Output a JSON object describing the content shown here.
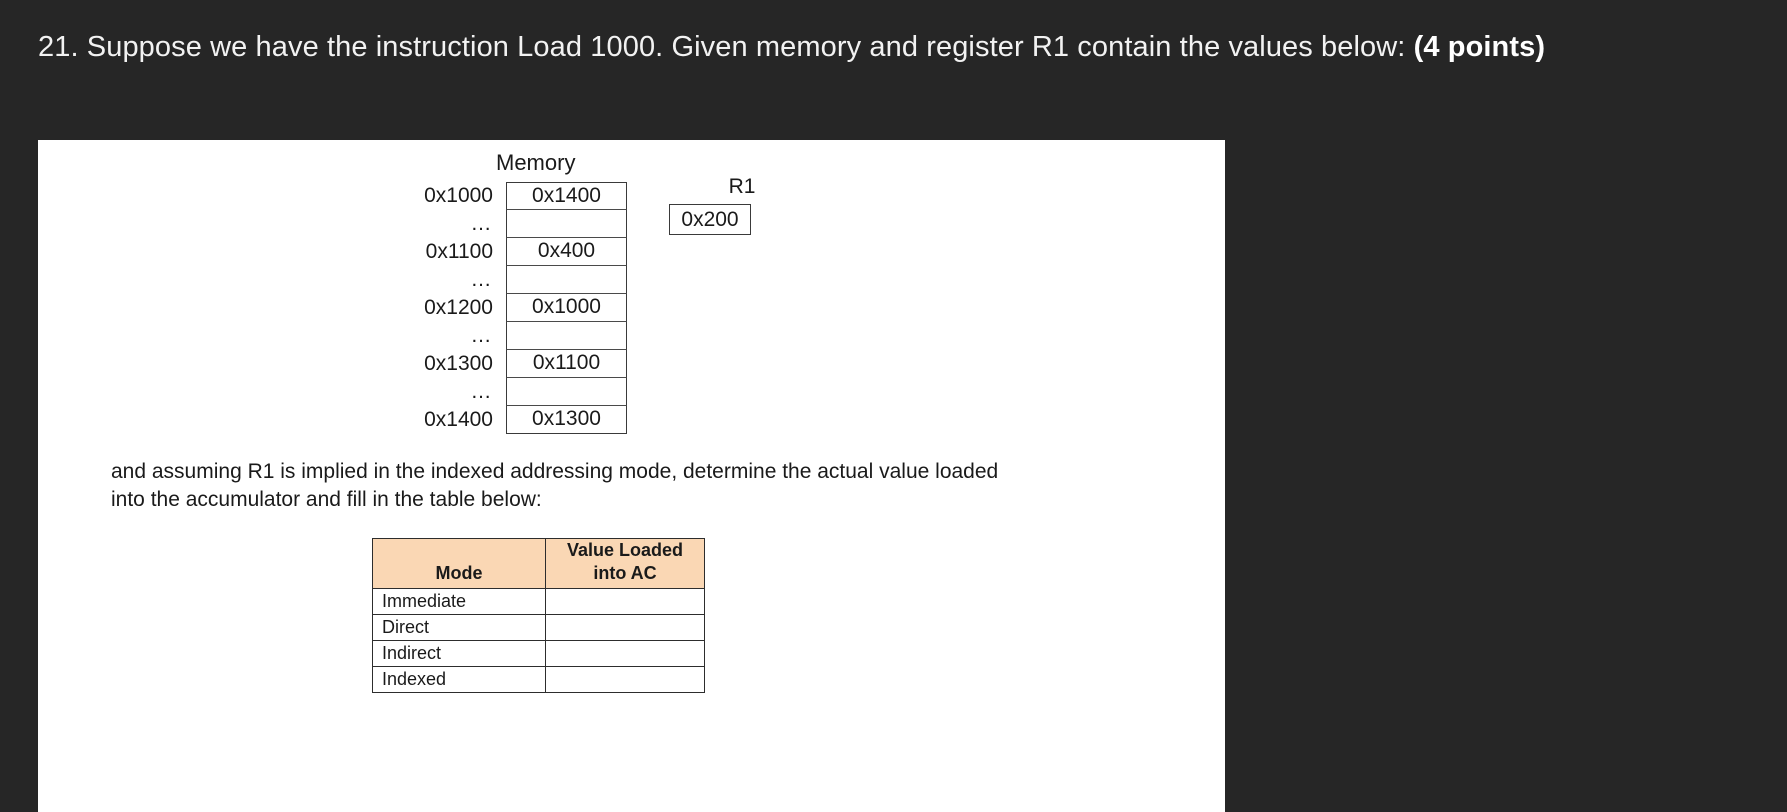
{
  "question": {
    "number": "21.",
    "text_before_bold": "21. Suppose we have the instruction Load 1000. Given memory and register R1 contain the values below: ",
    "points_label": "(4 points)",
    "full_text": "21. Suppose we have the instruction Load 1000. Given memory and register R1 contain the values below: (4 points)"
  },
  "diagram": {
    "memory_title": "Memory",
    "memory_rows": [
      {
        "address": "0x1000",
        "value": "0x1400"
      },
      {
        "address": "…",
        "value": ""
      },
      {
        "address": "0x1100",
        "value": "0x400"
      },
      {
        "address": "…",
        "value": ""
      },
      {
        "address": "0x1200",
        "value": "0x1000"
      },
      {
        "address": "…",
        "value": ""
      },
      {
        "address": "0x1300",
        "value": "0x1100"
      },
      {
        "address": "…",
        "value": ""
      },
      {
        "address": "0x1400",
        "value": "0x1300"
      }
    ],
    "register": {
      "label": "R1",
      "value": "0x200"
    }
  },
  "instructions": {
    "paragraph": "and assuming R1 is implied in the indexed addressing mode, determine the actual value loaded into the accumulator and fill in the table below:"
  },
  "answer_table": {
    "headers": {
      "mode": "Mode",
      "value_line1": "Value Loaded",
      "value_line2": "into AC"
    },
    "rows": [
      {
        "mode": "Immediate",
        "value": ""
      },
      {
        "mode": "Direct",
        "value": ""
      },
      {
        "mode": "Indirect",
        "value": ""
      },
      {
        "mode": "Indexed",
        "value": ""
      }
    ]
  },
  "colors": {
    "page_background": "#262626",
    "panel_background": "#ffffff",
    "heading_text": "#f2f2f2",
    "body_text": "#1a1a1a",
    "table_header_fill": "#fad7b4",
    "table_border": "#2d2d2d"
  }
}
